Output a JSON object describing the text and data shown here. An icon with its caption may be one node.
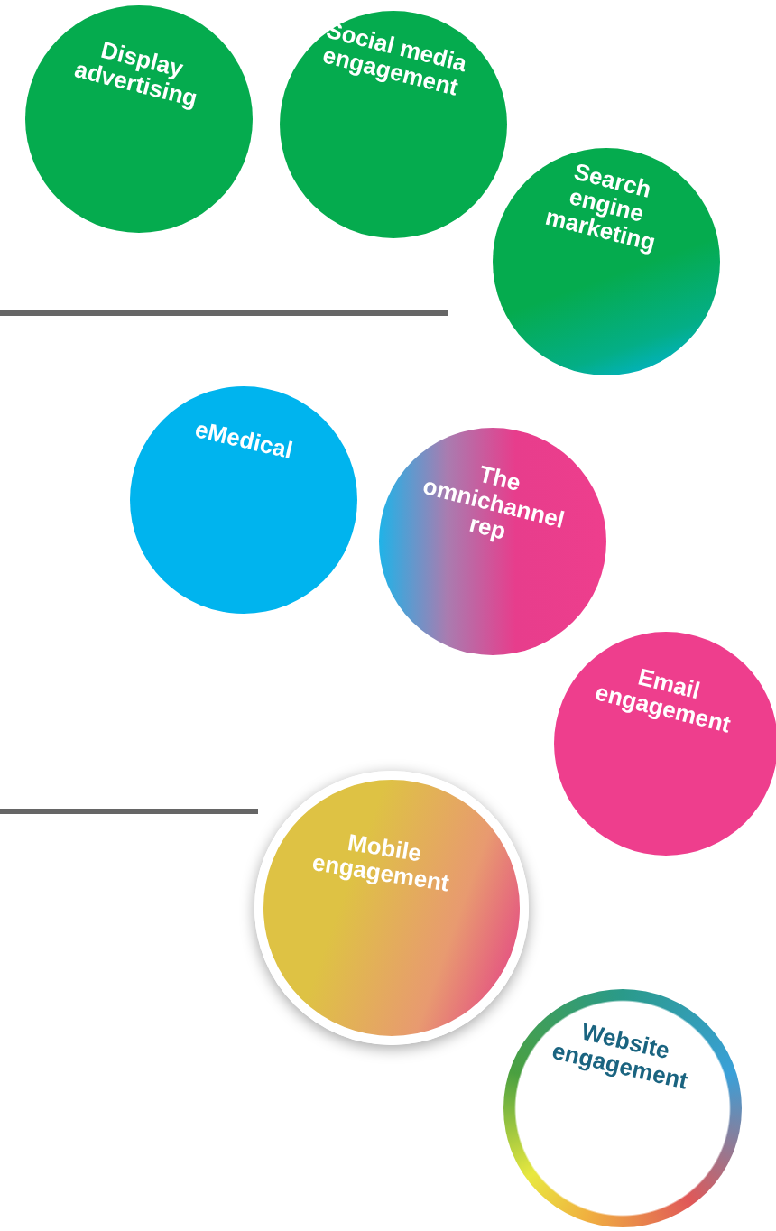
{
  "diagram": {
    "nodes": [
      {
        "text": [
          "Display advertising"
        ]
      },
      {
        "text": [
          "Social media engagement"
        ]
      },
      {
        "text": [
          "Search engine marketing"
        ]
      },
      {
        "text": [
          "eMedical"
        ]
      },
      {
        "text": [
          "The omnichannel rep"
        ]
      },
      {
        "text": [
          "Email engagement"
        ]
      },
      {
        "text": [
          "Mobile engagement"
        ]
      },
      {
        "text": [
          "Website engagement"
        ]
      }
    ]
  }
}
